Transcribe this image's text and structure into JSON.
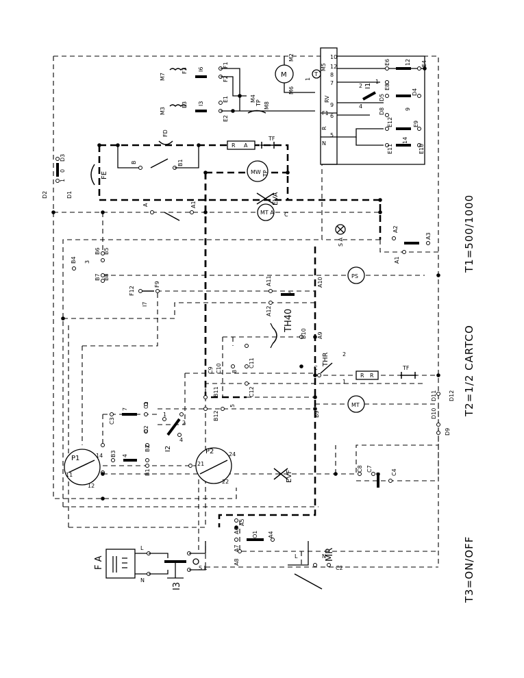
{
  "legend": {
    "t1": "T1=500/1000",
    "t2": "T2=1/2 CARTCO",
    "t3": "T3=ON/OFF"
  },
  "components": {
    "fa": "F A",
    "i3": "I3",
    "mr": "MR",
    "evf": "EVF",
    "p1": "P1",
    "p2": "P2",
    "i2": "I2",
    "th40": "TH40",
    "thr": "THR",
    "mt": "MT",
    "ps": "PS",
    "sa": "S A",
    "eva": "EVA",
    "mw": "MW",
    "mta": "MT A",
    "fe": "FE",
    "fd": "FD",
    "ra": "R A",
    "tf": "TF",
    "r": "R",
    "m": "M",
    "m2": "M2",
    "m3": "M3",
    "m7": "M7",
    "tp": "TP",
    "i1": "I1",
    "rv": "RV",
    "ba": "B"
  },
  "terminals": {
    "l": "L",
    "n": "N",
    "sl": "S L",
    "c": "C",
    "n2": "N",
    "l2": "L",
    "c2": "C2",
    "a8": "A8",
    "a7": "A7",
    "a6": "A6",
    "a5": "A5",
    "o1": "O1",
    "a4": "A4",
    "b1": "B1",
    "b2": "B2",
    "b3": "B3",
    "b4": "B4",
    "b5": "B5",
    "b6": "B6",
    "b7": "B7",
    "b8": "B8",
    "b9": "B9",
    "b10": "B10",
    "b11": "B11",
    "b12": "B12",
    "c1": "C1",
    "c3": "C3",
    "c4": "C4",
    "c5": "C5",
    "c6": "C6",
    "c7": "C7",
    "c8": "C8",
    "c9": "C9",
    "c10": "C10",
    "c11": "C11",
    "c12": "C12",
    "a1": "A1",
    "a2": "A2",
    "a3": "A3",
    "a9": "A9",
    "a10": "A10",
    "a11": "A11",
    "a12": "A12",
    "d1": "D1",
    "d2": "D2",
    "d3": "D3",
    "d4": "D4",
    "d5": "D5",
    "d8": "D8",
    "d9": "D9",
    "d10": "D10",
    "d11": "D11",
    "d12": "D12",
    "e1": "E1",
    "e2": "E2",
    "e3": "E3",
    "e4": "E4",
    "e6": "E6",
    "e8": "E8",
    "e9": "E9",
    "e10": "E10",
    "e11": "E11",
    "e12": "E12",
    "f1": "F1",
    "f2": "F2",
    "f3": "F3",
    "f9": "F9",
    "f12": "F12",
    "i3t": "I3",
    "i4": "I4",
    "i6": "I6",
    "i7": "I7",
    "m4": "M4",
    "m5": "M5",
    "m6": "M6",
    "m8": "M8",
    "a": "A",
    "b": "B",
    "t": "T",
    "n0": "0",
    "n1": "1",
    "n2t": "2",
    "n3": "3",
    "n4": "4",
    "n5": "5",
    "n6": "6",
    "n7": "7",
    "n8": "8",
    "n9": "9",
    "n10": "10",
    "n11": "11",
    "n12": "12",
    "n14": "14",
    "n21": "21",
    "n22": "22",
    "n24": "24"
  }
}
